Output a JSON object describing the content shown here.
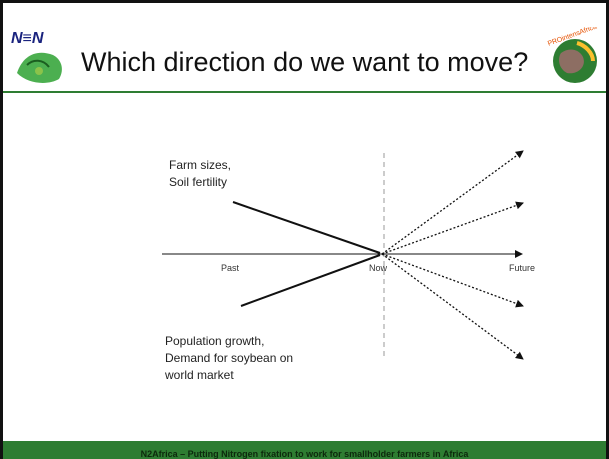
{
  "slide": {
    "title": "Which direction do we want to move?",
    "left_logo_text": "N≡N",
    "right_logo_text": "PROintensAfrica"
  },
  "diagram": {
    "upper_label_line1": "Farm sizes,",
    "upper_label_line2": "Soil fertility",
    "lower_label_line1": "Population growth,",
    "lower_label_line2": "Demand for soybean on",
    "lower_label_line3": "world market",
    "axis_past": "Past",
    "axis_now": "Now",
    "axis_future": "Future"
  },
  "footer": {
    "text": "N2Africa – Putting Nitrogen fixation to work for smallholder farmers in Africa"
  }
}
